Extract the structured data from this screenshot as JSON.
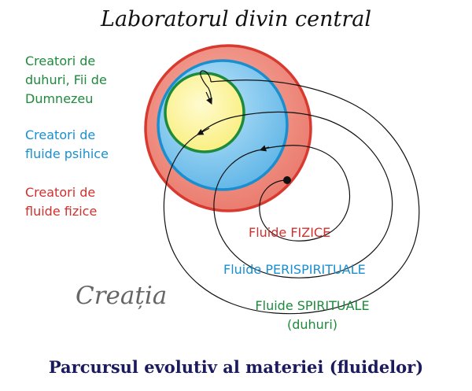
{
  "title": "Laboratorul divin central",
  "legend": [
    {
      "lines": [
        "Creatori de",
        "duhuri, Fii de",
        "Dumnezeu"
      ],
      "color": "#1e8a3c"
    },
    {
      "lines": [
        "Creatori de",
        "fluide psihice"
      ],
      "color": "#1a8fd0"
    },
    {
      "lines": [
        "Creatori de",
        "fluide fizice"
      ],
      "color": "#d0312d"
    }
  ],
  "orbit_labels": {
    "physical": {
      "text": "Fluide FIZICE",
      "color": "#d0312d"
    },
    "perispiritual": {
      "text": "Fluide PERISPIRITUALE",
      "color": "#1a8fd0"
    },
    "spiritual": {
      "lines": [
        "Fluide SPIRITUALE",
        "(duhuri)"
      ],
      "color": "#1e8a3c"
    }
  },
  "creation_label": "Creația",
  "caption": {
    "text": "Parcursul evolutiv al materiei (fluidelor)",
    "color": "#1b1a5e"
  },
  "colors": {
    "outer_fill": "#ee8e80",
    "outer_stroke": "#d93a30",
    "middle_fill": "#7ec4ec",
    "middle_stroke": "#1a8fd0",
    "inner_fill": "#fdf59a",
    "inner_stroke": "#1e8a3c",
    "spiral": "#111111"
  }
}
